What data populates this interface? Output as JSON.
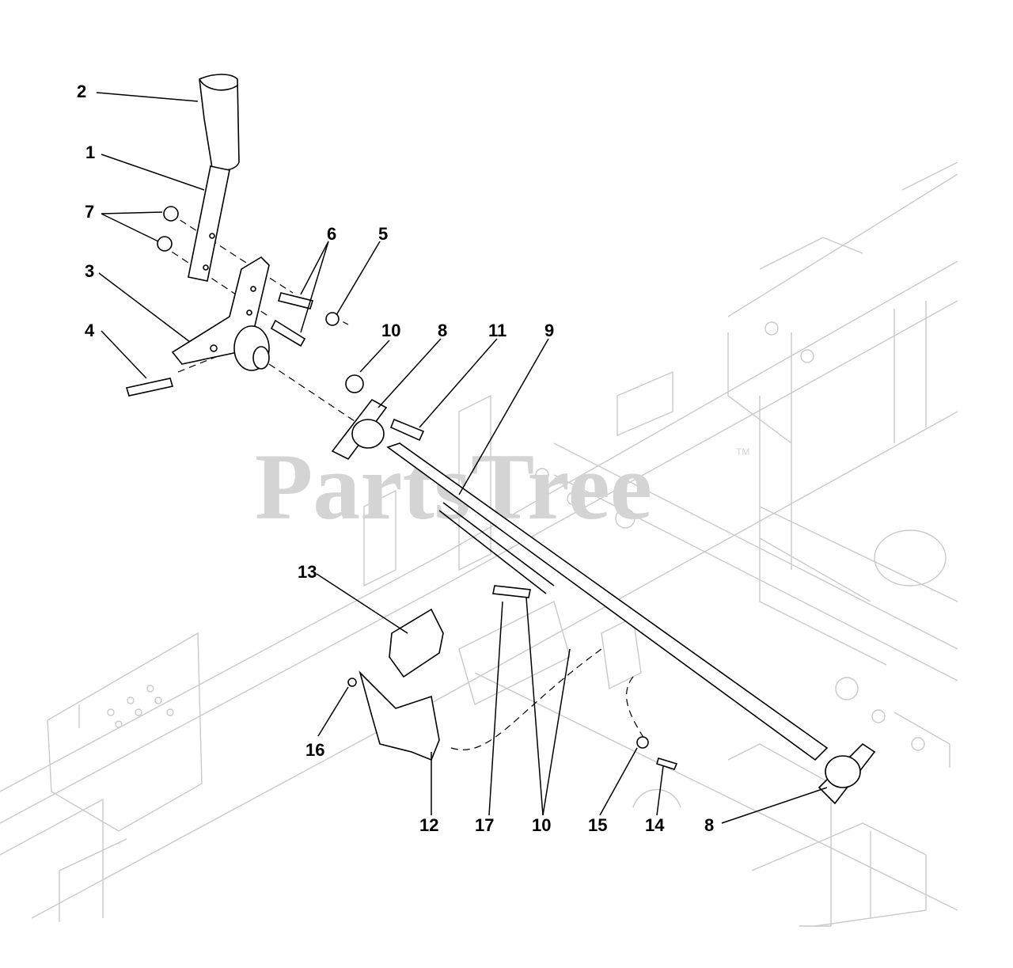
{
  "watermark": {
    "text": "PartsTree",
    "trademark": "TM"
  },
  "callouts": [
    {
      "id": "c2",
      "label": "2"
    },
    {
      "id": "c1",
      "label": "1"
    },
    {
      "id": "c7",
      "label": "7"
    },
    {
      "id": "c6",
      "label": "6"
    },
    {
      "id": "c5",
      "label": "5"
    },
    {
      "id": "c3",
      "label": "3"
    },
    {
      "id": "c4",
      "label": "4"
    },
    {
      "id": "c10a",
      "label": "10"
    },
    {
      "id": "c8a",
      "label": "8"
    },
    {
      "id": "c11",
      "label": "11"
    },
    {
      "id": "c9",
      "label": "9"
    },
    {
      "id": "c13",
      "label": "13"
    },
    {
      "id": "c16",
      "label": "16"
    },
    {
      "id": "c12",
      "label": "12"
    },
    {
      "id": "c17",
      "label": "17"
    },
    {
      "id": "c10b",
      "label": "10"
    },
    {
      "id": "c15",
      "label": "15"
    },
    {
      "id": "c14",
      "label": "14"
    },
    {
      "id": "c8b",
      "label": "8"
    }
  ]
}
